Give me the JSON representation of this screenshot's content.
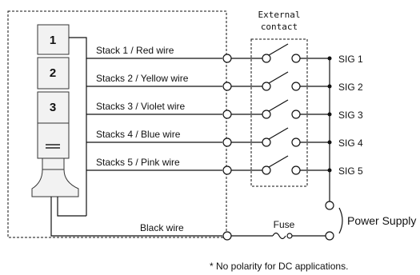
{
  "tower": {
    "tiers": [
      "1",
      "2",
      "3"
    ]
  },
  "wires": [
    {
      "label": "Stack 1 / Red wire"
    },
    {
      "label": "Stacks 2 / Yellow wire"
    },
    {
      "label": "Stacks 3 / Violet wire"
    },
    {
      "label": "Stacks 4 / Blue wire"
    },
    {
      "label": "Stacks 5 / Pink wire"
    }
  ],
  "signals": [
    "SIG 1",
    "SIG 2",
    "SIG 3",
    "SIG 4",
    "SIG 5"
  ],
  "external_contact_label": [
    "External",
    "contact"
  ],
  "black_wire_label": "Black wire",
  "fuse_label": "Fuse",
  "power_supply_label": "Power Supply",
  "footnote": "* No polarity for DC applications."
}
